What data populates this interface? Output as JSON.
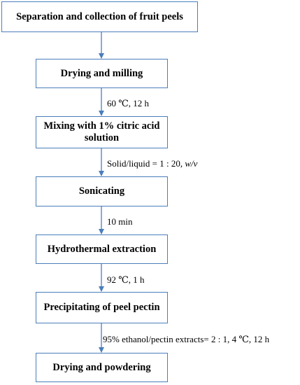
{
  "steps": [
    "Separation and collection of fruit peels",
    "Drying and milling",
    "Mixing with 1% citric acid solution",
    "Sonicating",
    "Hydrothermal extraction",
    "Precipitating of peel pectin",
    "Drying and powdering"
  ],
  "conditions": [
    "",
    "60 ℃, 12 h",
    "Solid/liquid = 1 : 20, w/v",
    "10 min",
    "92 ℃, 1 h",
    "95% ethanol/pectin extracts= 2 : 1, 4 ℃, 12 h"
  ],
  "colors": {
    "box_border": "#4a7ebb",
    "arrow": "#4a7ebb",
    "text": "#000000"
  }
}
